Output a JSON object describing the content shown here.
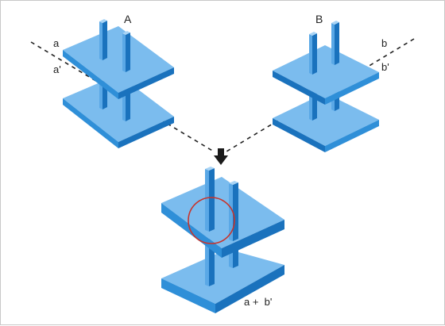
{
  "labels": {
    "group_a": "A",
    "group_b": "B",
    "plane_a": "a",
    "plane_a_prime": "a'",
    "plane_b": "b",
    "plane_b_prime": "b'",
    "combined": "a +  b'"
  },
  "colors": {
    "top_face": "#7bbcee",
    "side_face": "#2f8fd8",
    "dark_face": "#1a72bd",
    "dashed_line": "#222222",
    "arrow": "#1a1a1a",
    "highlight_circle": "#c8342c"
  }
}
